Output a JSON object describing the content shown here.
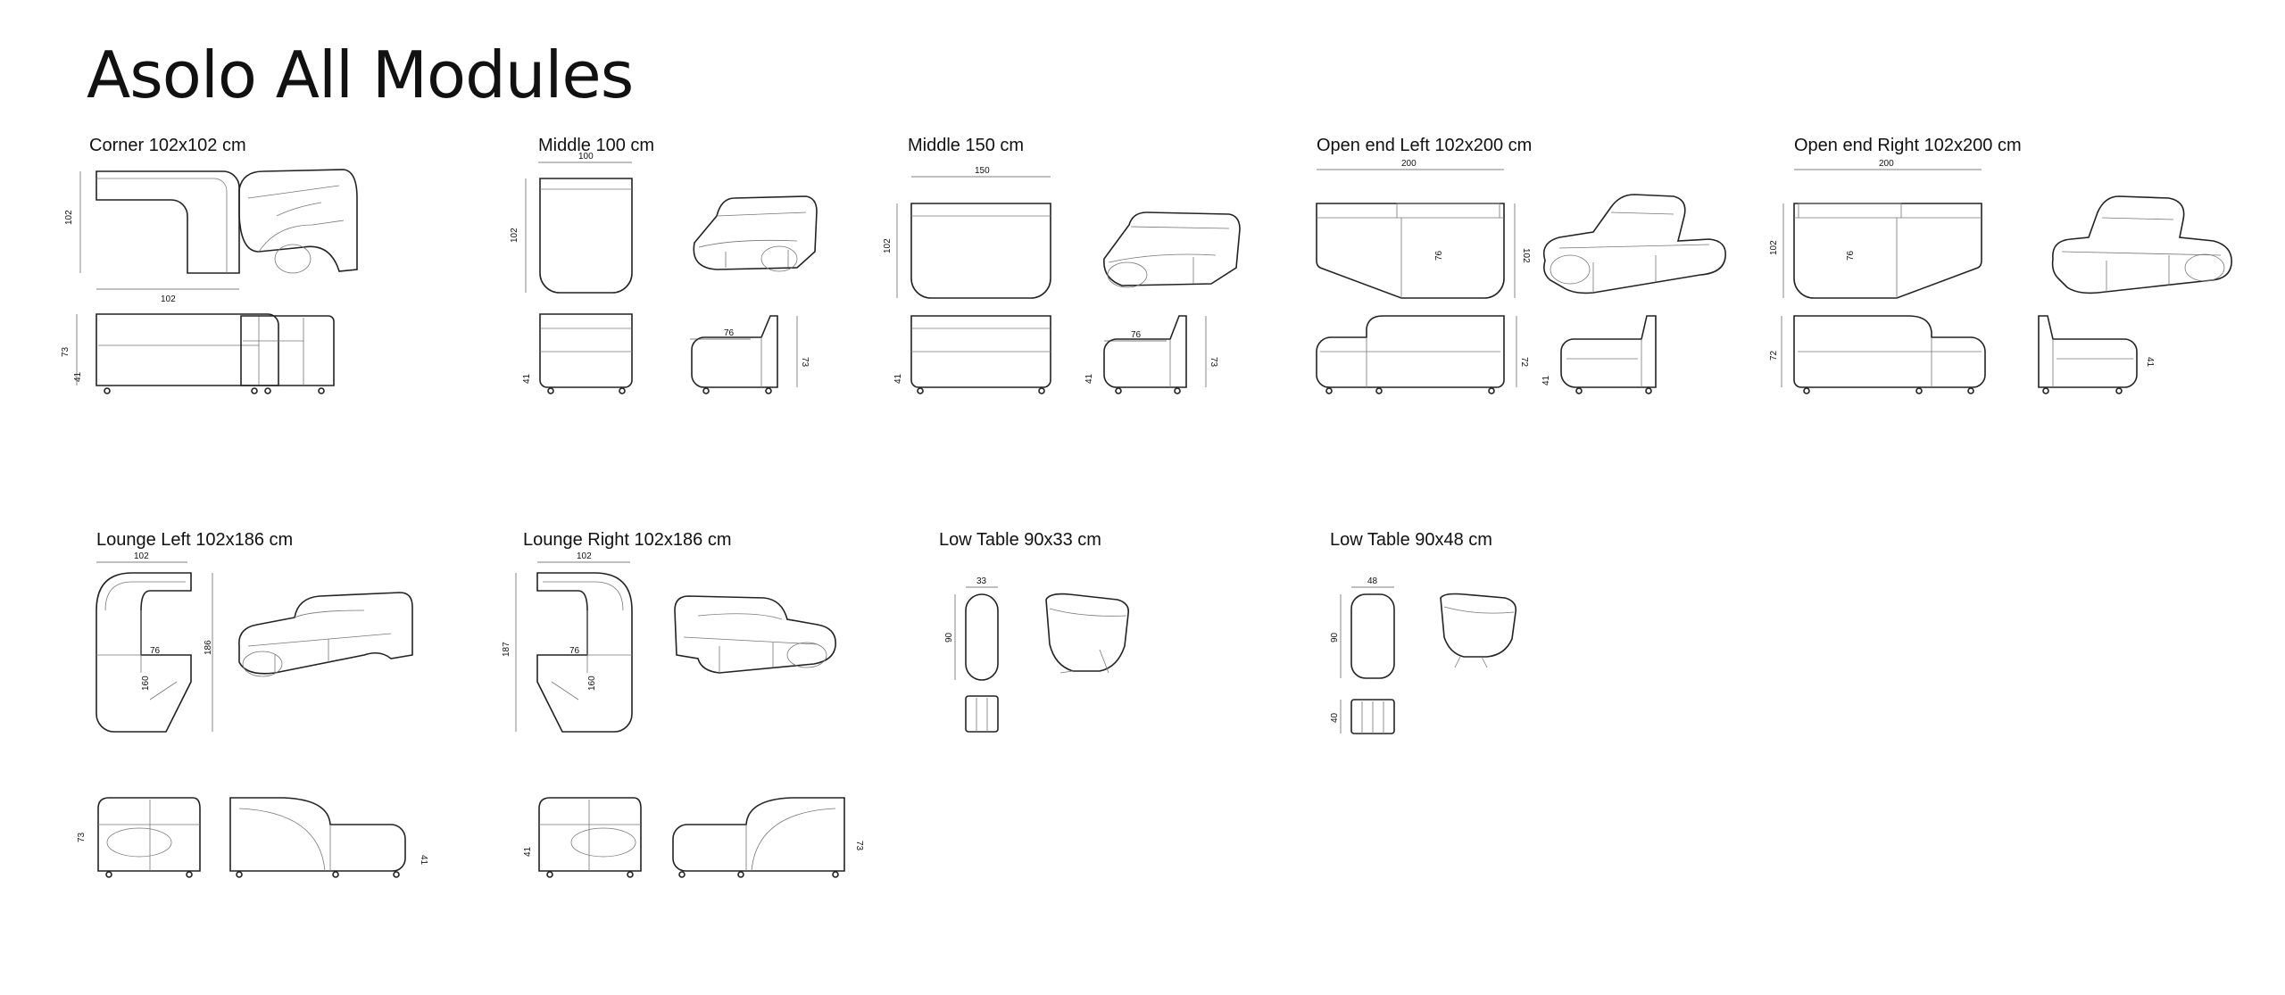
{
  "page": {
    "title": "Asolo All Modules"
  },
  "modules": [
    {
      "title": "Corner 102x102 cm",
      "dims": {
        "width": "102",
        "depth": "102",
        "height": "73",
        "seat": "41"
      }
    },
    {
      "title": "Middle 100 cm",
      "dims": {
        "width": "100",
        "depth": "102",
        "height": "73",
        "seat": "41",
        "seat_depth": "76"
      }
    },
    {
      "title": "Middle 150 cm",
      "dims": {
        "width": "150",
        "depth": "102",
        "height": "73",
        "seat": "41",
        "seat_depth": "76"
      }
    },
    {
      "title": "Open end Left 102x200 cm",
      "dims": {
        "width": "200",
        "depth": "102",
        "seat_depth": "76",
        "height": "72",
        "seat": "41"
      }
    },
    {
      "title": "Open end Right 102x200 cm",
      "dims": {
        "width": "200",
        "depth": "102",
        "seat_depth": "76",
        "height": "72",
        "seat": "41"
      }
    },
    {
      "title": "Lounge Left 102x186 cm",
      "dims": {
        "width": "102",
        "seat_depth": "76",
        "inner_length": "160",
        "length": "186",
        "height": "73",
        "seat": "41"
      }
    },
    {
      "title": "Lounge Right 102x186 cm",
      "dims": {
        "width": "102",
        "seat_depth": "76",
        "inner_length": "160",
        "length": "187",
        "seat": "41",
        "height": "73"
      }
    },
    {
      "title": "Low Table 90x33 cm",
      "dims": {
        "width": "33",
        "length": "90"
      }
    },
    {
      "title": "Low Table 90x48 cm",
      "dims": {
        "width": "48",
        "length": "90",
        "height": "40"
      }
    }
  ]
}
